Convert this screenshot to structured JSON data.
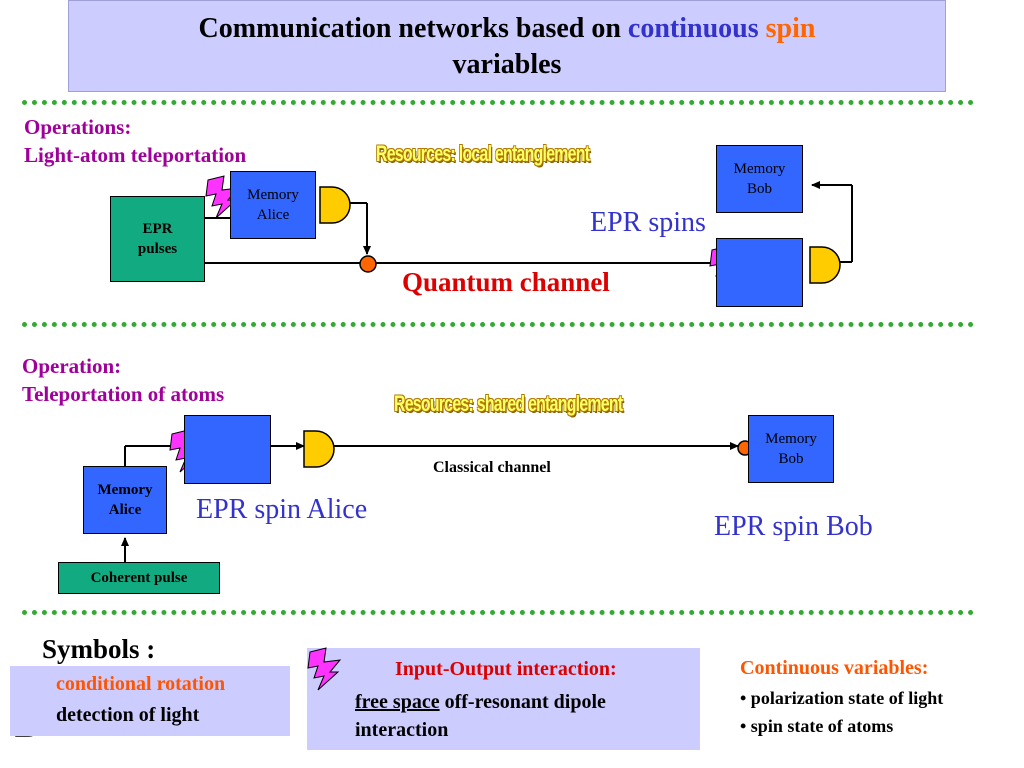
{
  "title": {
    "part1": "Communication networks based on ",
    "part2": "continuous",
    "part3": " spin",
    "part4": "variables"
  },
  "section1": {
    "op_line1": "Operations:",
    "op_line2": "Light-atom teleportation",
    "resources": "Resources:  local entanglement",
    "epr_pulses_line1": "EPR",
    "epr_pulses_line2": "pulses",
    "memory_alice_line1": "Memory",
    "memory_alice_line2": "Alice",
    "memory_bob_line1": "Memory",
    "memory_bob_line2": "Bob",
    "epr_spins": "EPR spins",
    "quantum_channel": "Quantum channel"
  },
  "section2": {
    "op_line1": "Operation:",
    "op_line2": "Teleportation of atoms",
    "resources": "Resources:  shared entanglement",
    "memory_bob_line1": "Memory",
    "memory_bob_line2": "Bob",
    "classical_channel": "Classical channel",
    "memory_alice_line1": "Memory",
    "memory_alice_line2": "Alice",
    "epr_spin_alice": "EPR spin Alice",
    "epr_spin_bob": "EPR spin Bob",
    "coherent_pulse": "Coherent pulse"
  },
  "symbols": {
    "heading": "Symbols :",
    "conditional_rotation": "conditional rotation",
    "detection_of_light": "detection of light",
    "io_title": "Input-Output interaction:",
    "io_free_space": "free space",
    "io_rest1": " off-resonant dipole",
    "io_rest2": "interaction",
    "cv_title": "Continuous variables:",
    "cv_item1": "• polarization state of light",
    "cv_item2": "• spin state of atoms"
  },
  "colors": {
    "title_bg": "#ccccff",
    "box_blue": "#3366ff",
    "box_teal": "#12aa80",
    "rotation_dot": "#ff6600",
    "detector": "#ffcc00",
    "lightning": "#ff33ff",
    "separator": "#33aa33"
  }
}
